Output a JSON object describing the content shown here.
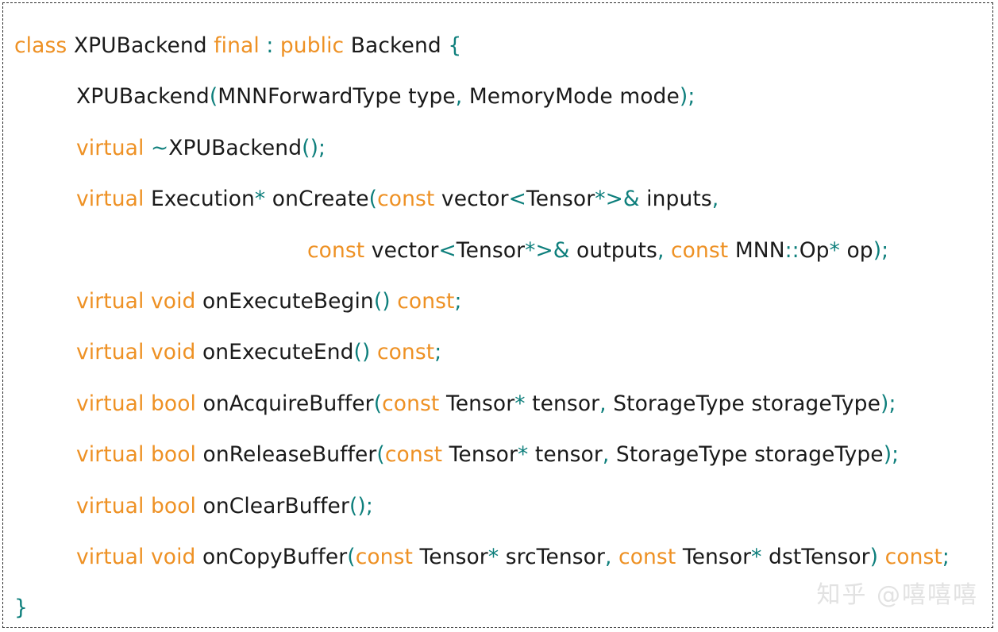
{
  "colors": {
    "background": "#ffffff",
    "border": "#2b2b2b",
    "keyword": "#ee9124",
    "punctuation": "#0e7f7c",
    "identifier": "#1a1a1a",
    "watermark": "#e2e2e2"
  },
  "code": {
    "language": "cpp",
    "lines": [
      {
        "indent": 0,
        "tokens": [
          {
            "t": "class",
            "c": "kw"
          },
          {
            "t": " ",
            "c": "id"
          },
          {
            "t": "XPUBackend",
            "c": "id"
          },
          {
            "t": " ",
            "c": "id"
          },
          {
            "t": "final",
            "c": "kw"
          },
          {
            "t": " ",
            "c": "id"
          },
          {
            "t": ":",
            "c": "pun"
          },
          {
            "t": " ",
            "c": "id"
          },
          {
            "t": "public",
            "c": "kw"
          },
          {
            "t": " ",
            "c": "id"
          },
          {
            "t": "Backend",
            "c": "id"
          },
          {
            "t": " ",
            "c": "id"
          },
          {
            "t": "{",
            "c": "pun"
          }
        ]
      },
      {
        "indent": 1,
        "tokens": [
          {
            "t": "XPUBackend",
            "c": "id"
          },
          {
            "t": "(",
            "c": "pun"
          },
          {
            "t": "MNNForwardType type",
            "c": "id"
          },
          {
            "t": ",",
            "c": "pun"
          },
          {
            "t": " MemoryMode mode",
            "c": "id"
          },
          {
            "t": ")",
            "c": "pun"
          },
          {
            "t": ";",
            "c": "pun"
          }
        ]
      },
      {
        "indent": 1,
        "tokens": [
          {
            "t": "virtual",
            "c": "kw"
          },
          {
            "t": " ",
            "c": "id"
          },
          {
            "t": "~",
            "c": "pun"
          },
          {
            "t": "XPUBackend",
            "c": "id"
          },
          {
            "t": "()",
            "c": "pun"
          },
          {
            "t": ";",
            "c": "pun"
          }
        ]
      },
      {
        "indent": 1,
        "tokens": [
          {
            "t": "virtual",
            "c": "kw"
          },
          {
            "t": " ",
            "c": "id"
          },
          {
            "t": "Execution",
            "c": "id"
          },
          {
            "t": "*",
            "c": "pun"
          },
          {
            "t": " onCreate",
            "c": "id"
          },
          {
            "t": "(",
            "c": "pun"
          },
          {
            "t": "const",
            "c": "kw"
          },
          {
            "t": " vector",
            "c": "id"
          },
          {
            "t": "<",
            "c": "pun"
          },
          {
            "t": "Tensor",
            "c": "id"
          },
          {
            "t": "*>&",
            "c": "pun"
          },
          {
            "t": " inputs",
            "c": "id"
          },
          {
            "t": ",",
            "c": "pun"
          }
        ]
      },
      {
        "indent": 2,
        "tokens": [
          {
            "t": "const",
            "c": "kw"
          },
          {
            "t": " vector",
            "c": "id"
          },
          {
            "t": "<",
            "c": "pun"
          },
          {
            "t": "Tensor",
            "c": "id"
          },
          {
            "t": "*>&",
            "c": "pun"
          },
          {
            "t": " outputs",
            "c": "id"
          },
          {
            "t": ",",
            "c": "pun"
          },
          {
            "t": " ",
            "c": "id"
          },
          {
            "t": "const",
            "c": "kw"
          },
          {
            "t": " MNN",
            "c": "id"
          },
          {
            "t": "::",
            "c": "pun"
          },
          {
            "t": "Op",
            "c": "id"
          },
          {
            "t": "*",
            "c": "pun"
          },
          {
            "t": " op",
            "c": "id"
          },
          {
            "t": ")",
            "c": "pun"
          },
          {
            "t": ";",
            "c": "pun"
          }
        ]
      },
      {
        "indent": 1,
        "tokens": [
          {
            "t": "virtual",
            "c": "kw"
          },
          {
            "t": " ",
            "c": "id"
          },
          {
            "t": "void",
            "c": "kw"
          },
          {
            "t": " onExecuteBegin",
            "c": "id"
          },
          {
            "t": "()",
            "c": "pun"
          },
          {
            "t": " ",
            "c": "id"
          },
          {
            "t": "const",
            "c": "kw"
          },
          {
            "t": ";",
            "c": "pun"
          }
        ]
      },
      {
        "indent": 1,
        "tokens": [
          {
            "t": "virtual",
            "c": "kw"
          },
          {
            "t": " ",
            "c": "id"
          },
          {
            "t": "void",
            "c": "kw"
          },
          {
            "t": " onExecuteEnd",
            "c": "id"
          },
          {
            "t": "()",
            "c": "pun"
          },
          {
            "t": " ",
            "c": "id"
          },
          {
            "t": "const",
            "c": "kw"
          },
          {
            "t": ";",
            "c": "pun"
          }
        ]
      },
      {
        "indent": 1,
        "tokens": [
          {
            "t": "virtual",
            "c": "kw"
          },
          {
            "t": " ",
            "c": "id"
          },
          {
            "t": "bool",
            "c": "kw"
          },
          {
            "t": " onAcquireBuffer",
            "c": "id"
          },
          {
            "t": "(",
            "c": "pun"
          },
          {
            "t": "const",
            "c": "kw"
          },
          {
            "t": " Tensor",
            "c": "id"
          },
          {
            "t": "*",
            "c": "pun"
          },
          {
            "t": " tensor",
            "c": "id"
          },
          {
            "t": ",",
            "c": "pun"
          },
          {
            "t": " StorageType storageType",
            "c": "id"
          },
          {
            "t": ")",
            "c": "pun"
          },
          {
            "t": ";",
            "c": "pun"
          }
        ]
      },
      {
        "indent": 1,
        "tokens": [
          {
            "t": "virtual",
            "c": "kw"
          },
          {
            "t": " ",
            "c": "id"
          },
          {
            "t": "bool",
            "c": "kw"
          },
          {
            "t": " onReleaseBuffer",
            "c": "id"
          },
          {
            "t": "(",
            "c": "pun"
          },
          {
            "t": "const",
            "c": "kw"
          },
          {
            "t": " Tensor",
            "c": "id"
          },
          {
            "t": "*",
            "c": "pun"
          },
          {
            "t": " tensor",
            "c": "id"
          },
          {
            "t": ",",
            "c": "pun"
          },
          {
            "t": " StorageType storageType",
            "c": "id"
          },
          {
            "t": ")",
            "c": "pun"
          },
          {
            "t": ";",
            "c": "pun"
          }
        ]
      },
      {
        "indent": 1,
        "tokens": [
          {
            "t": "virtual",
            "c": "kw"
          },
          {
            "t": " ",
            "c": "id"
          },
          {
            "t": "bool",
            "c": "kw"
          },
          {
            "t": " onClearBuffer",
            "c": "id"
          },
          {
            "t": "()",
            "c": "pun"
          },
          {
            "t": ";",
            "c": "pun"
          }
        ]
      },
      {
        "indent": 1,
        "tokens": [
          {
            "t": "virtual",
            "c": "kw"
          },
          {
            "t": " ",
            "c": "id"
          },
          {
            "t": "void",
            "c": "kw"
          },
          {
            "t": " onCopyBuffer",
            "c": "id"
          },
          {
            "t": "(",
            "c": "pun"
          },
          {
            "t": "const",
            "c": "kw"
          },
          {
            "t": " Tensor",
            "c": "id"
          },
          {
            "t": "*",
            "c": "pun"
          },
          {
            "t": " srcTensor",
            "c": "id"
          },
          {
            "t": ",",
            "c": "pun"
          },
          {
            "t": " ",
            "c": "id"
          },
          {
            "t": "const",
            "c": "kw"
          },
          {
            "t": " Tensor",
            "c": "id"
          },
          {
            "t": "*",
            "c": "pun"
          },
          {
            "t": " dstTensor",
            "c": "id"
          },
          {
            "t": ")",
            "c": "pun"
          },
          {
            "t": " ",
            "c": "id"
          },
          {
            "t": "const",
            "c": "kw"
          },
          {
            "t": ";",
            "c": "pun"
          }
        ]
      },
      {
        "indent": 0,
        "tokens": [
          {
            "t": "}",
            "c": "pun"
          }
        ]
      }
    ]
  },
  "watermark": {
    "text": "知乎 @嘻嘻嘻"
  }
}
